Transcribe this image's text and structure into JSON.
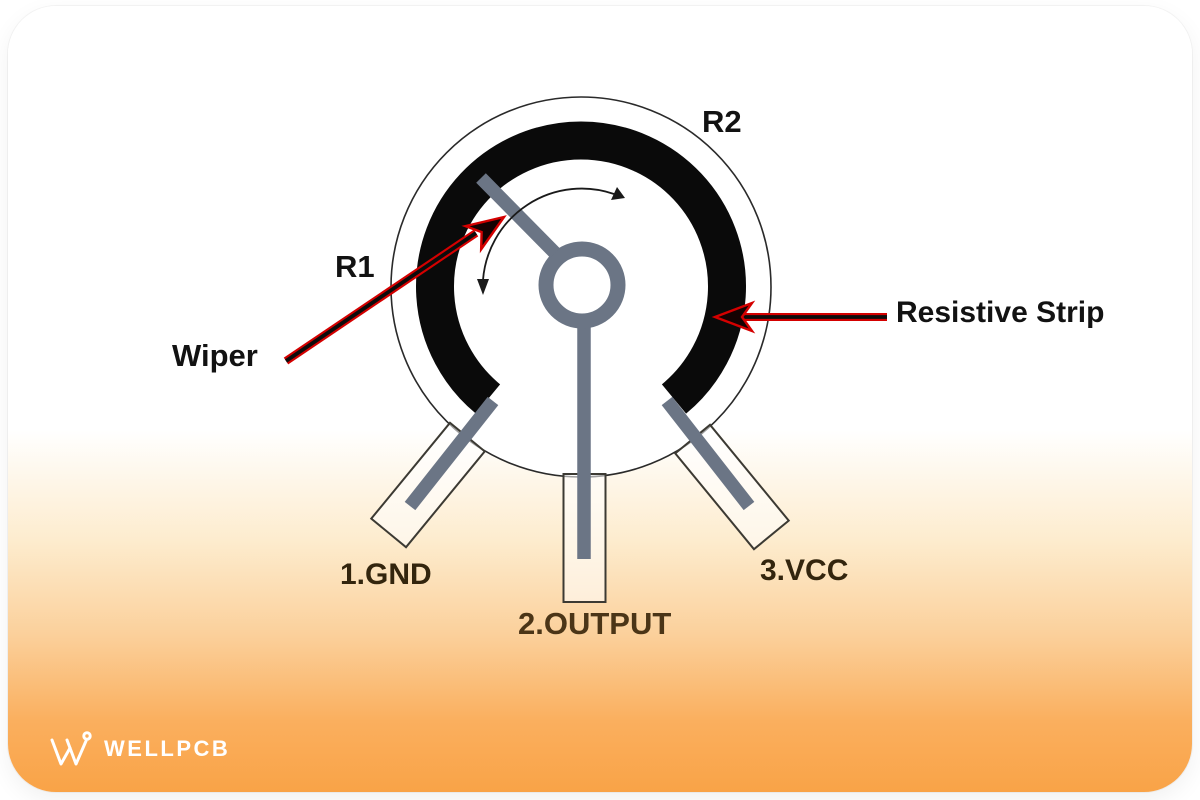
{
  "colors": {
    "accent_orange": "#f9a347",
    "arrow_red": "#d40000",
    "lead_gray": "#6b7585",
    "strip_black": "#0a0a0a",
    "label_dark": "#121212",
    "terminal_dark_brown": "#33250d",
    "terminal_brown": "#4b3517",
    "logo_white": "#ffffff"
  },
  "diagram": {
    "labels": {
      "r1": "R1",
      "r2": "R2",
      "wiper": "Wiper",
      "resistive_strip": "Resistive Strip",
      "terminal_gnd": "1.GND",
      "terminal_output": "2.OUTPUT",
      "terminal_vcc": "3.VCC"
    }
  },
  "branding": {
    "logo_text": "WELLPCB"
  }
}
